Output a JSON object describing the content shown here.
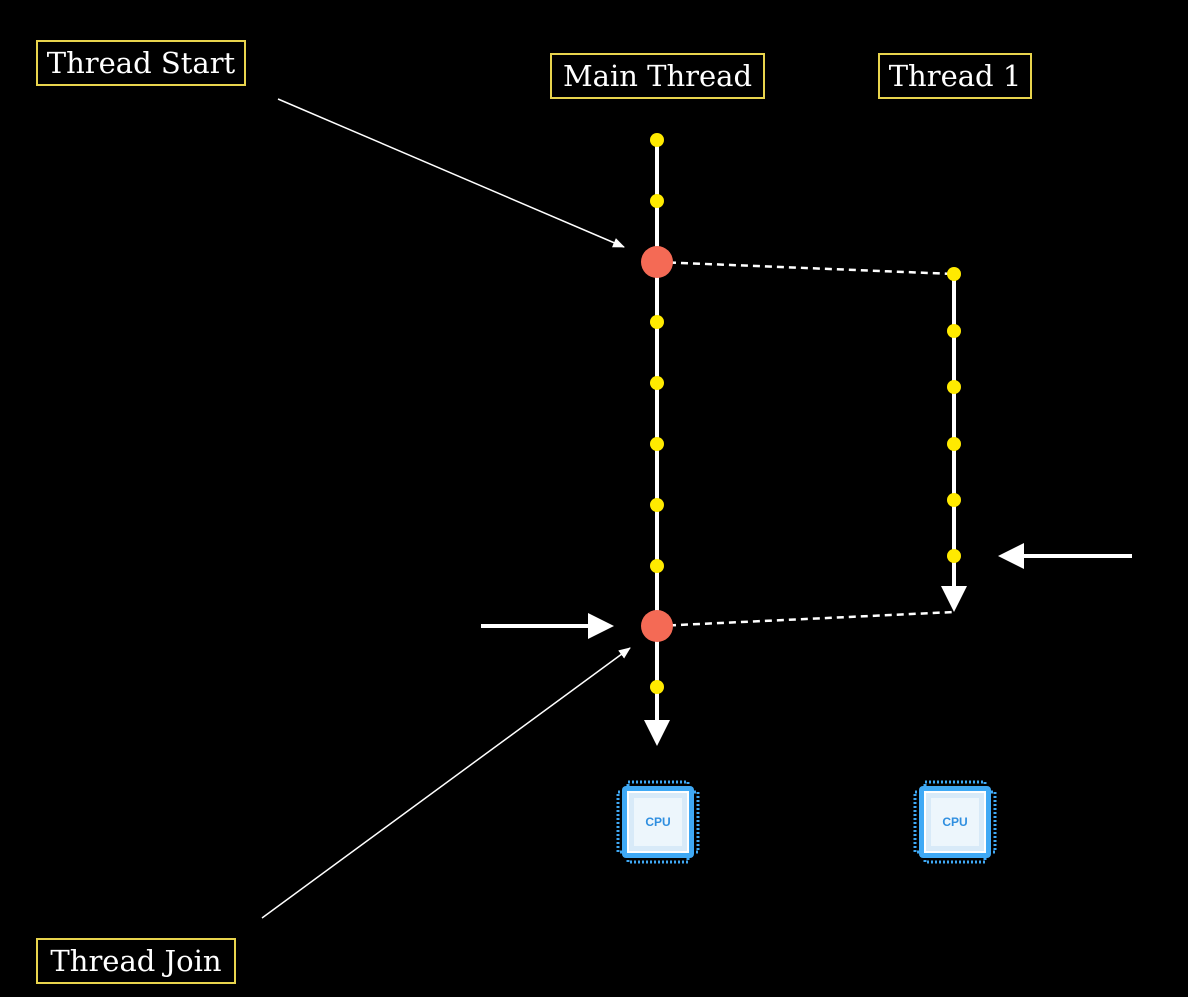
{
  "labels": {
    "thread_start": "Thread Start",
    "main_thread": "Main Thread",
    "thread_1": "Thread 1",
    "thread_join": "Thread Join"
  },
  "cpus": [
    {
      "label": "CPU"
    },
    {
      "label": "CPU"
    }
  ],
  "colors": {
    "background": "#000000",
    "label_border": "#e8d44d",
    "step_dot": "#ffea00",
    "event_dot": "#f46a55",
    "line": "#ffffff",
    "cpu": "#3fa9f5"
  },
  "icons": [
    "cpu-icon",
    "arrow-right-icon",
    "arrow-left-icon",
    "arrow-down-icon"
  ]
}
